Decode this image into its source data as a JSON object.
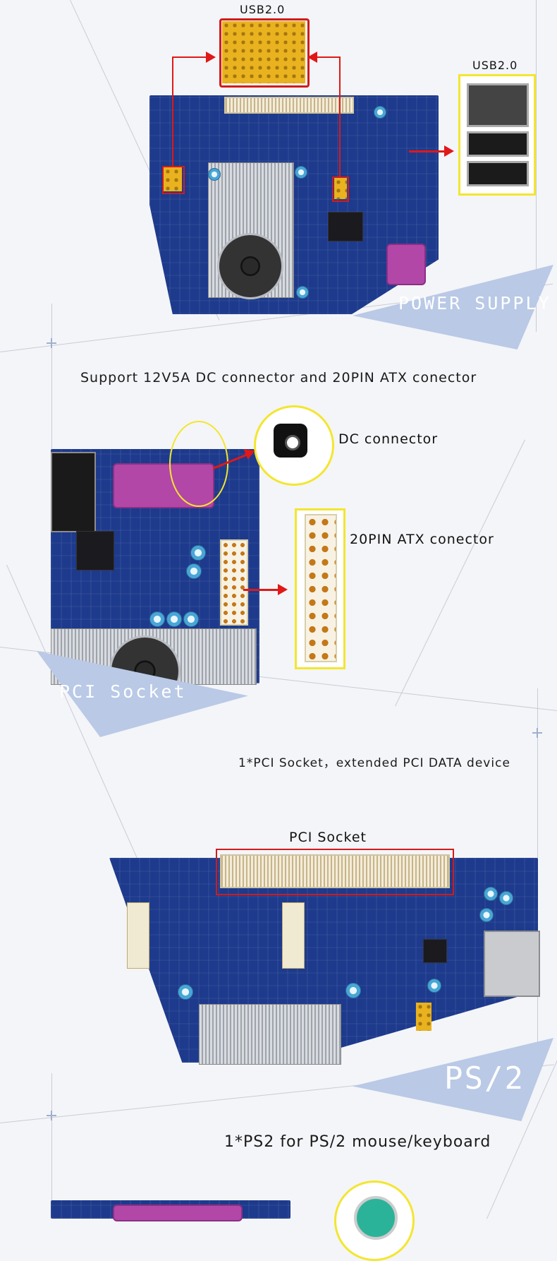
{
  "section_usb": {
    "top_label": "USB2.0",
    "side_label": "USB2.0"
  },
  "section_power": {
    "banner": "POWER SUPPLY",
    "caption": "Support 12V5A DC connector and 20PIN ATX conector",
    "dc_label": "DC connector",
    "atx_label": "20PIN ATX conector"
  },
  "section_pci": {
    "banner": "PCI Socket",
    "caption": "1*PCI Socket，extended PCI DATA device",
    "slot_label": "PCI Socket"
  },
  "section_ps2": {
    "banner": "PS/2",
    "caption": "1*PS2 for PS/2 mouse/keyboard"
  },
  "colors": {
    "banner_bg": "#b9c9e6",
    "board_blue": "#1d3a8c",
    "highlight_red": "#d21b1b",
    "highlight_yellow": "#f3e630",
    "usb_pin_yellow": "#e9b21f"
  }
}
